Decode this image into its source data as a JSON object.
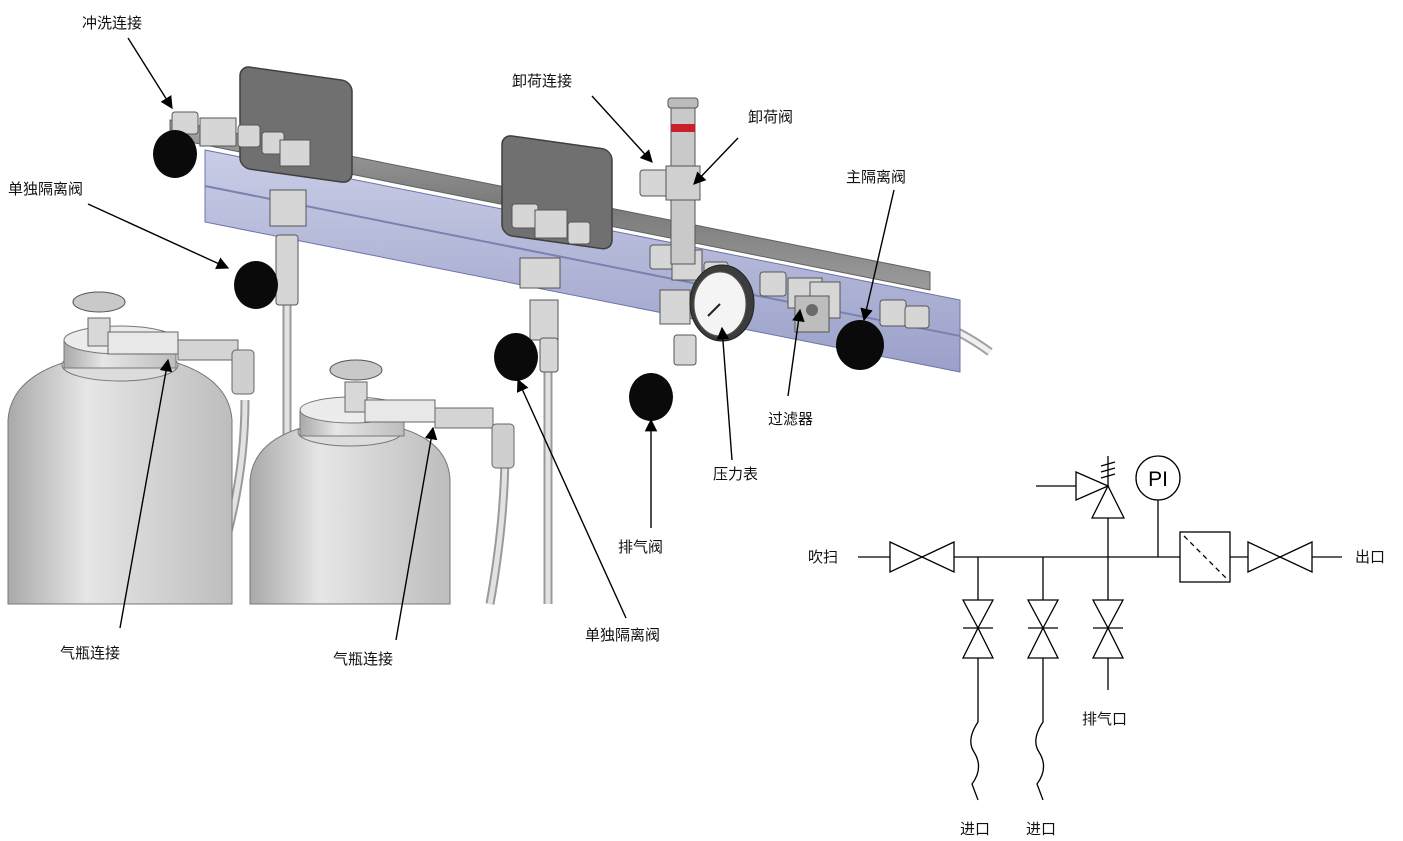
{
  "labels": {
    "flush_connection": "冲洗连接",
    "unload_connection": "卸荷连接",
    "unload_valve": "卸荷阀",
    "individual_isolation_valve_top": "单独隔离阀",
    "main_isolation_valve": "主隔离阀",
    "filter": "过滤器",
    "pressure_gauge": "压力表",
    "vent_valve": "排气阀",
    "individual_isolation_valve_bottom": "单独隔离阀",
    "cylinder_connection_left": "气瓶连接",
    "cylinder_connection_right": "气瓶连接"
  },
  "schematic": {
    "purge": "吹扫",
    "outlet": "出口",
    "vent_port": "排气口",
    "inlet_1": "进口",
    "inlet_2": "进口",
    "pressure_indicator": "PI"
  },
  "colors": {
    "rail": "#b9bfdc",
    "rail_dark": "#8e95c0",
    "pipe": "#8f8f8f",
    "metal": "#d4d4d4",
    "knob": "#0a0a0a",
    "panel": "#6f6f6f",
    "red_band": "#c8202c"
  }
}
